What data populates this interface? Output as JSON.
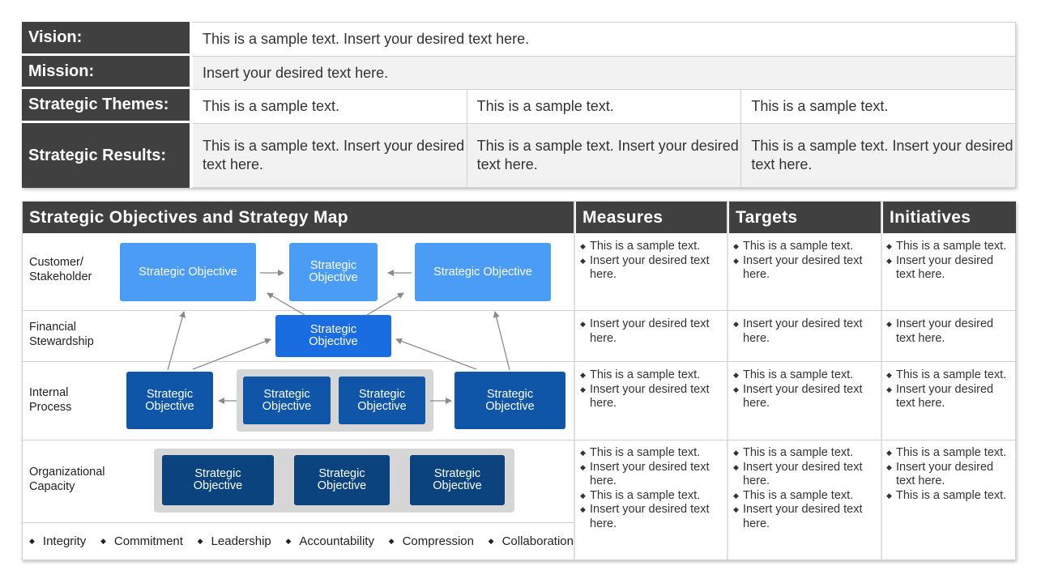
{
  "top": {
    "vision": {
      "label": "Vision:",
      "text": "This is a sample text. Insert your desired text here."
    },
    "mission": {
      "label": "Mission:",
      "text": "Insert your desired text here."
    },
    "themes": {
      "label": "Strategic Themes:",
      "cells": [
        "This is a sample text.",
        "This is a sample text.",
        "This is a sample text."
      ]
    },
    "results": {
      "label": "Strategic Results:",
      "cells": [
        "This is a sample text. Insert your desired text here.",
        "This is a sample text. Insert your desired text here.",
        "This is a sample text. Insert your desired text here."
      ]
    }
  },
  "map": {
    "headers": {
      "objectives": "Strategic  Objectives and Strategy Map",
      "measures": "Measures",
      "targets": "Targets",
      "initiatives": "Initiatives"
    },
    "rows": {
      "customer": "Customer/ Stakeholder",
      "financial": "Financial Stewardship",
      "internal": "Internal Process",
      "organizational": "Organizational Capacity"
    },
    "objective_label": "Strategic Objective",
    "values": [
      "Integrity",
      "Commitment",
      "Leadership",
      "Accountability",
      "Compression",
      "Collaboration"
    ]
  },
  "measures": {
    "r1": [
      "This is a sample text.",
      "Insert your desired text here."
    ],
    "r2": [
      "Insert your desired text here."
    ],
    "r3": [
      "This is a sample text.",
      "Insert your desired text here."
    ],
    "r4": [
      "This is a sample text.",
      "Insert your desired text here.",
      "This is a sample text.",
      "Insert your desired text here."
    ]
  },
  "targets": {
    "r1": [
      "This is a sample text.",
      "Insert your desired text here."
    ],
    "r2": [
      "Insert your desired text here."
    ],
    "r3": [
      "This is a sample text.",
      "Insert your desired text here."
    ],
    "r4": [
      "This is a sample text.",
      "Insert your desired text here.",
      "This is a sample text.",
      "Insert your desired text here."
    ]
  },
  "initiatives": {
    "r1": [
      "This is a sample text.",
      "Insert your desired text here."
    ],
    "r2": [
      "Insert your desired text here."
    ],
    "r3": [
      "This is a sample text.",
      "Insert your desired text here."
    ],
    "r4": [
      "This is a sample text.",
      "Insert your desired text here.",
      "This is a sample text."
    ]
  },
  "colors": {
    "header_bg": "#404040",
    "customer_objective": "#4b9cf5",
    "financial_objective": "#1a6de0",
    "internal_objective": "#0f55a8",
    "organizational_objective": "#0b437e"
  },
  "icons": {
    "bullet": "diamond-bullet-icon"
  }
}
